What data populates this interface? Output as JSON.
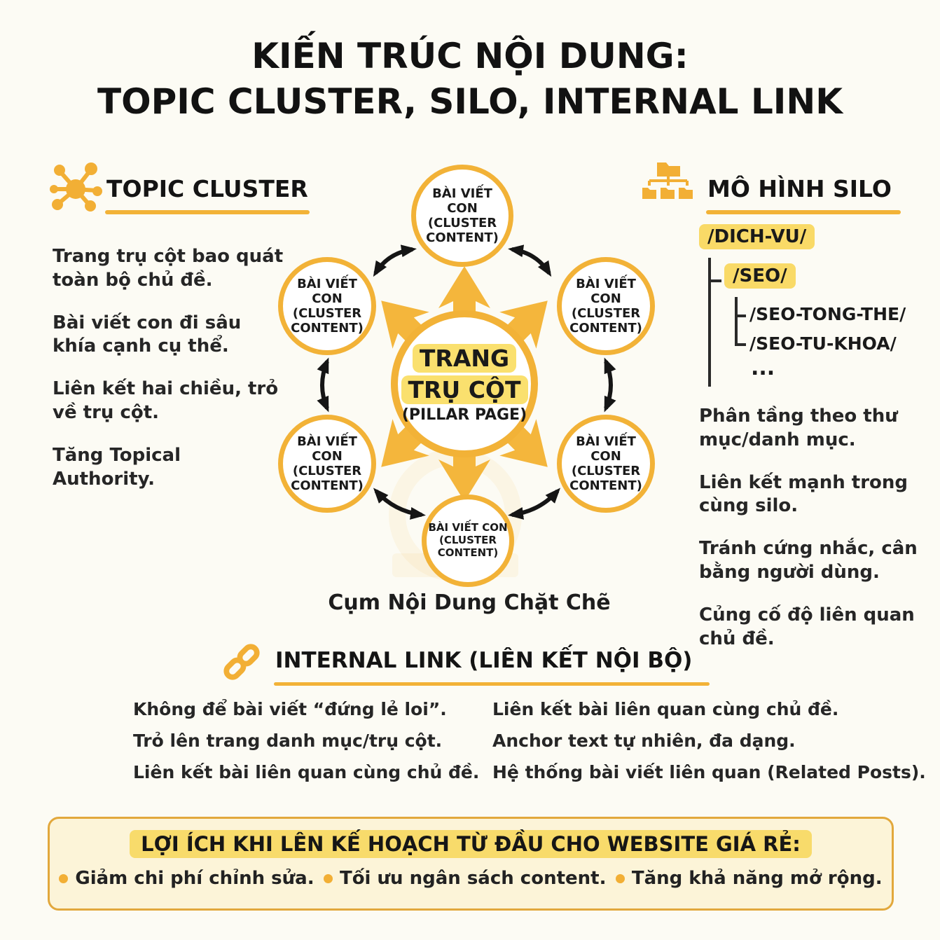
{
  "colors": {
    "background": "#FCFBF4",
    "accent_gold": "#F2B237",
    "highlight_yellow": "#F9DA67",
    "benefits_box_bg": "#FCF4D8",
    "benefits_box_border": "#E2A83C",
    "text_dark": "#1A1A1A"
  },
  "title": {
    "line1": "KIẾN TRÚC NỘI DUNG:",
    "line2": "TOPIC CLUSTER, SILO, INTERNAL LINK"
  },
  "topic_cluster": {
    "icon": "cluster-network-icon",
    "heading": "TOPIC CLUSTER",
    "points": [
      "Trang trụ cột bao quát toàn bộ chủ đề.",
      "Bài viết con đi sâu khía cạnh cụ thể.",
      "Liên kết hai chiều, trỏ về trụ cột.",
      "Tăng Topical Authority."
    ]
  },
  "diagram": {
    "hub": {
      "line1": "TRANG",
      "line2": "TRỤ CỘT",
      "subtitle": "(PILLAR PAGE)"
    },
    "satellite_label_lines": [
      "BÀI VIẾT",
      "CON",
      "(CLUSTER",
      "CONTENT)"
    ],
    "satellite_bottom_lines": [
      "BÀI VIẾT CON",
      "(CLUSTER",
      "CONTENT)"
    ],
    "caption": "Cụm Nội Dung Chặt Chẽ"
  },
  "silo": {
    "icon": "folder-tree-icon",
    "heading": "MÔ HÌNH SILO",
    "tree": {
      "root": "/DICH-VU/",
      "child": "/SEO/",
      "grandchild1": "/SEO-TONG-THE/",
      "grandchild2": "/SEO-TU-KHOA/",
      "more": "..."
    },
    "points": [
      "Phân tầng theo thư mục/danh mục.",
      "Liên kết mạnh trong cùng silo.",
      "Tránh cứng nhắc, cân bằng người dùng.",
      "Củng cố độ liên quan chủ đề."
    ]
  },
  "internal_link": {
    "icon": "chain-link-icon",
    "heading": "INTERNAL LINK (LIÊN KẾT NỘI BỘ)",
    "left_points": [
      "Không để bài viết “đứng lẻ loi”.",
      "Trỏ lên trang danh mục/trụ cột.",
      "Liên kết bài liên quan cùng chủ đề."
    ],
    "right_points": [
      "Liên kết bài liên quan cùng chủ đề.",
      "Anchor text tự nhiên, đa dạng.",
      "Hệ thống bài viết liên quan (Related Posts)."
    ]
  },
  "benefits": {
    "title": "LỢI ÍCH KHI LÊN KẾ HOẠCH TỪ ĐẦU CHO WEBSITE GIÁ RẺ:",
    "items": [
      "Giảm chi phí chỉnh sửa.",
      "Tối ưu ngân sách content.",
      "Tăng khả năng mở rộng."
    ]
  }
}
